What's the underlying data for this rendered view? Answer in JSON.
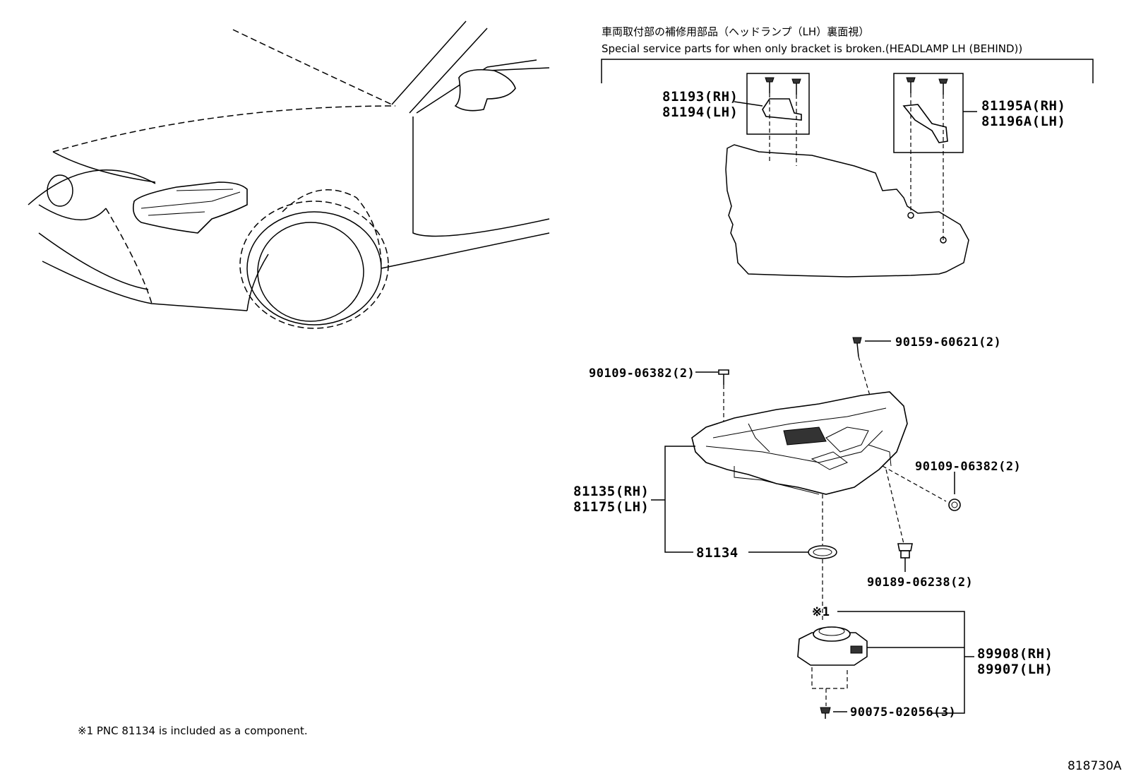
{
  "header": {
    "jp_title": "車両取付部の補修用部品（ヘッドランプ（LH）裏面視）",
    "en_title": "Special service parts for when only bracket is broken.(HEADLAMP LH (BEHIND))"
  },
  "parts": {
    "p81193": "81193(RH)",
    "p81194": "81194(LH)",
    "p81195a": "81195A(RH)",
    "p81196a": "81196A(LH)",
    "p90159": "90159-60621(2)",
    "p90109_top": "90109-06382(2)",
    "p90109_right": "90109-06382(2)",
    "p81135": "81135(RH)",
    "p81175": "81175(LH)",
    "p81134": "81134",
    "p90189": "90189-06238(2)",
    "note_mark": "※1",
    "p89908": "89908(RH)",
    "p89907": "89907(LH)",
    "p90075": "90075-02056(3)"
  },
  "footnote": "※1 PNC 81134 is included as a component.",
  "diagram_code": "818730A"
}
